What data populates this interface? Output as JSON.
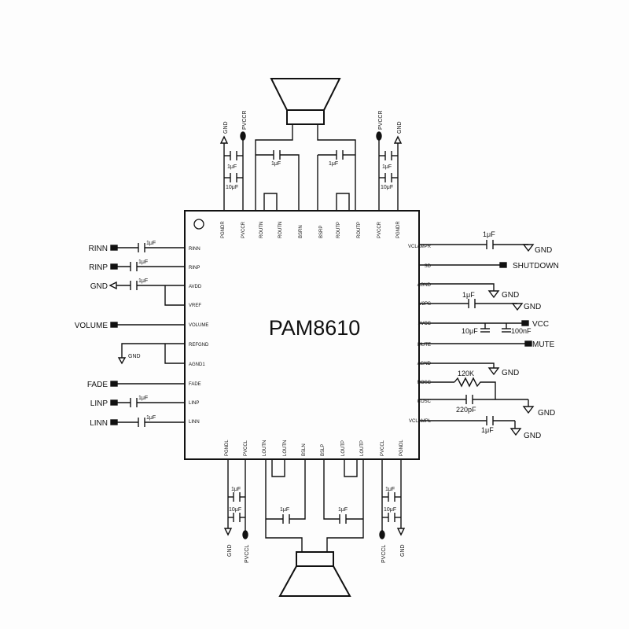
{
  "chip": {
    "name": "PAM8610",
    "top_pins": [
      "PGNDR",
      "PVCCR",
      "ROUTN",
      "ROUTN",
      "BSRN",
      "BSRP",
      "ROUTP",
      "ROUTP",
      "PVCCR",
      "PGNDR"
    ],
    "bottom_pins": [
      "PGNDL",
      "PVCCL",
      "LOUTN",
      "LOUTN",
      "BSLN",
      "BSLP",
      "LOUTP",
      "LOUTP",
      "PVCCL",
      "PGNDL"
    ],
    "left_pins": [
      "RINN",
      "RINP",
      "AVDD",
      "VREF",
      "VOLUME",
      "REFGND",
      "AGND1",
      "FADE",
      "LINP",
      "LINN"
    ],
    "right_pins": [
      "VCLAMPR",
      "SD",
      "AGND",
      "V2PS",
      "AVCC",
      "MUTE",
      "AGND",
      "ROSC",
      "COSC",
      "VCLAMPL"
    ]
  },
  "left_ext": [
    "RINN",
    "RINP",
    "GND",
    "VOLUME",
    "GND",
    "FADE",
    "LINP",
    "LINN"
  ],
  "left_caps": [
    "1μF",
    "1μF",
    "1μF",
    "1μF",
    "1μF"
  ],
  "right_ext": {
    "gnd1": "GND",
    "shutdown": "SHUTDOWN",
    "gnd2": "GND",
    "gnd3": "GND",
    "vcc": "VCC",
    "mute": "MUTE",
    "gnd4": "GND",
    "gnd5": "GND",
    "gnd6": "GND",
    "cap_vclampr": "1μF",
    "cap_v2ps": "1μF",
    "cap_avcc1": "10μF",
    "cap_avcc2": "100nF",
    "res_rosc": "120K",
    "cap_cosc": "220pF",
    "cap_vclampl": "1μF"
  },
  "top_ext": {
    "gnd_l": "GND",
    "pvccr_l": "PVCCR",
    "pvccr_r": "PVCCR",
    "gnd_r": "GND",
    "cap_a": "1μF",
    "cap_b": "10μF",
    "cap_c": "1μF",
    "cap_d": "1μF",
    "cap_e": "1μF",
    "cap_f": "10μF"
  },
  "bottom_ext": {
    "gnd_l": "GND",
    "pvccl_l": "PVCCL",
    "pvccl_r": "PVCCL",
    "gnd_r": "GND",
    "cap_a": "1μF",
    "cap_b": "10μF",
    "cap_c": "1μF",
    "cap_d": "1μF",
    "cap_e": "1μF",
    "cap_f": "10μF"
  }
}
